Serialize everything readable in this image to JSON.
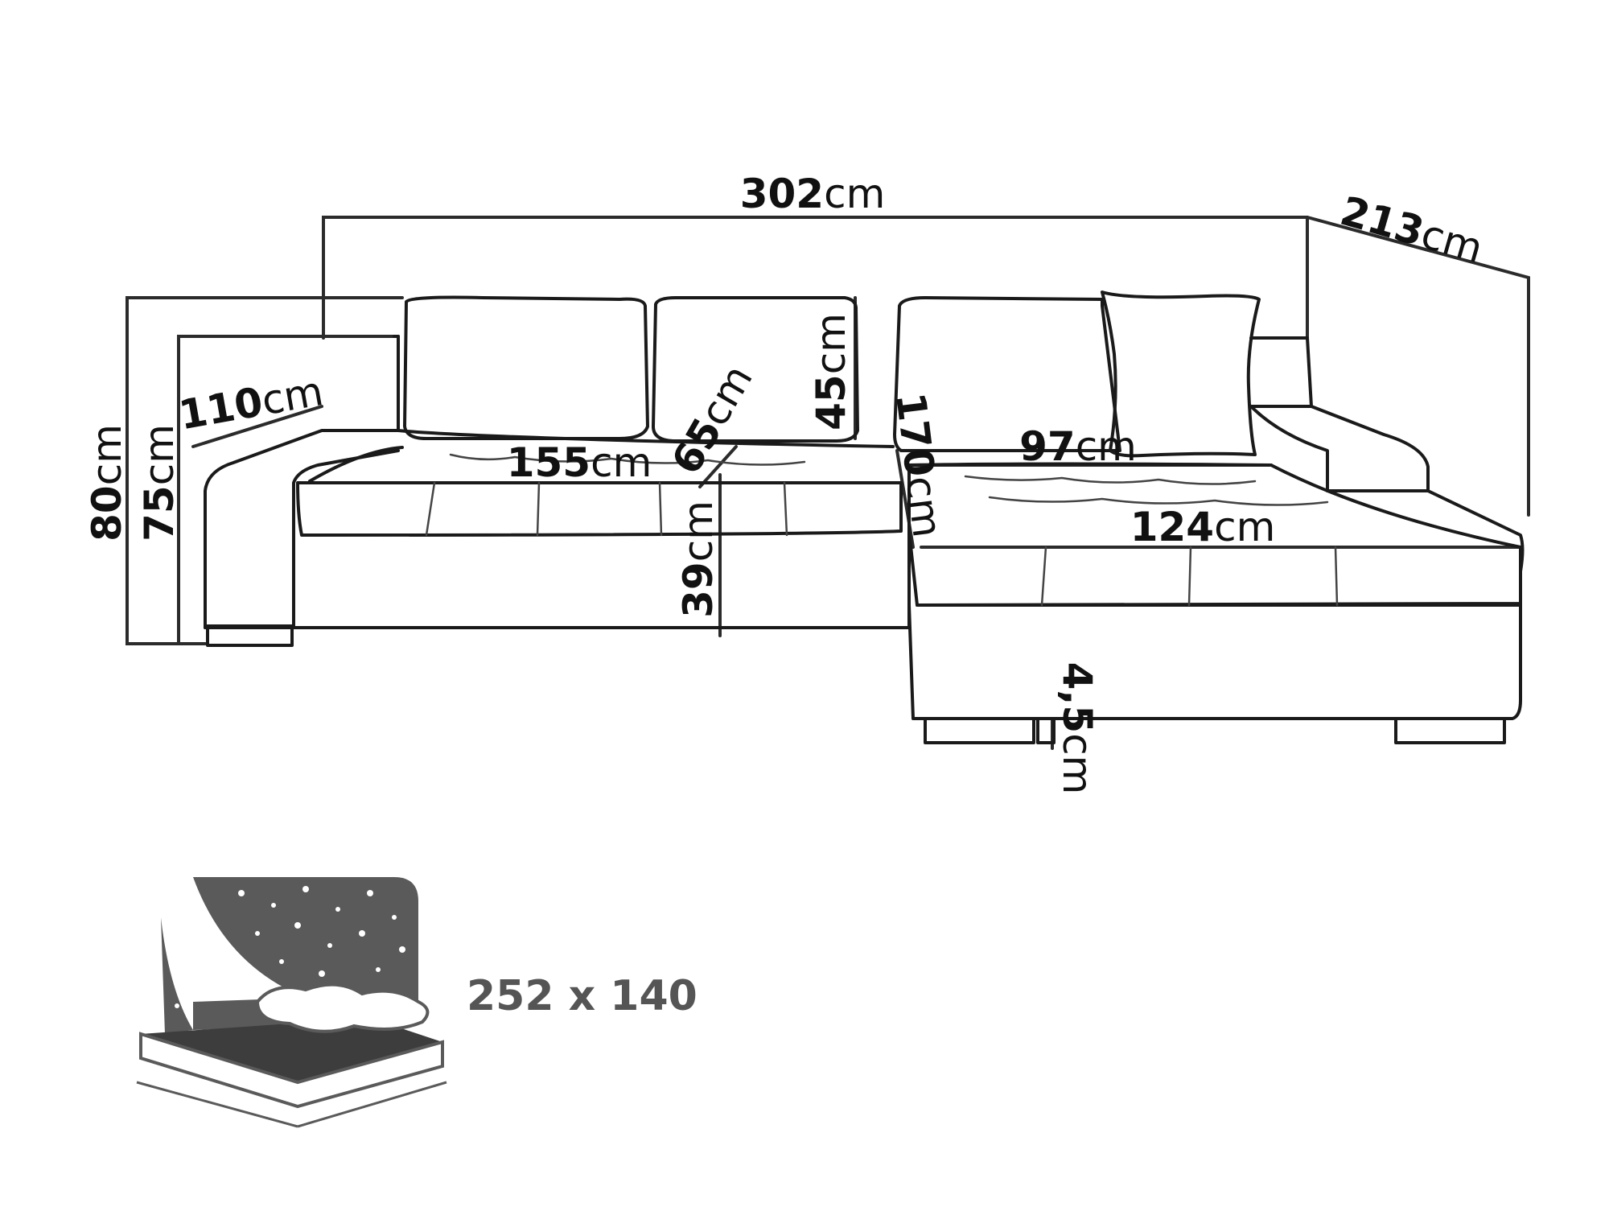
{
  "dimensions": {
    "total_width": {
      "value": "302",
      "unit": "cm"
    },
    "chaise_depth": {
      "value": "213",
      "unit": "cm"
    },
    "back_height": {
      "value": "80",
      "unit": "cm"
    },
    "arm_height": {
      "value": "75",
      "unit": "cm"
    },
    "arm_depth": {
      "value": "110",
      "unit": "cm"
    },
    "seat_width": {
      "value": "155",
      "unit": "cm"
    },
    "seat_depth": {
      "value": "65",
      "unit": "cm"
    },
    "cushion_height": {
      "value": "45",
      "unit": "cm"
    },
    "seat_height": {
      "value": "39",
      "unit": "cm"
    },
    "chaise_length": {
      "value": "170",
      "unit": "cm"
    },
    "chaise_inner": {
      "value": "97",
      "unit": "cm"
    },
    "chaise_width": {
      "value": "124",
      "unit": "cm"
    },
    "leg_height": {
      "value": "4,5",
      "unit": "cm"
    }
  },
  "bed_size": "252 x 140",
  "colors": {
    "line": "#1a1a1a",
    "bed_icon": "#5a5a5a",
    "bed_text": "#555555"
  },
  "icons": {
    "bed": "sleep-function-bed-icon"
  }
}
